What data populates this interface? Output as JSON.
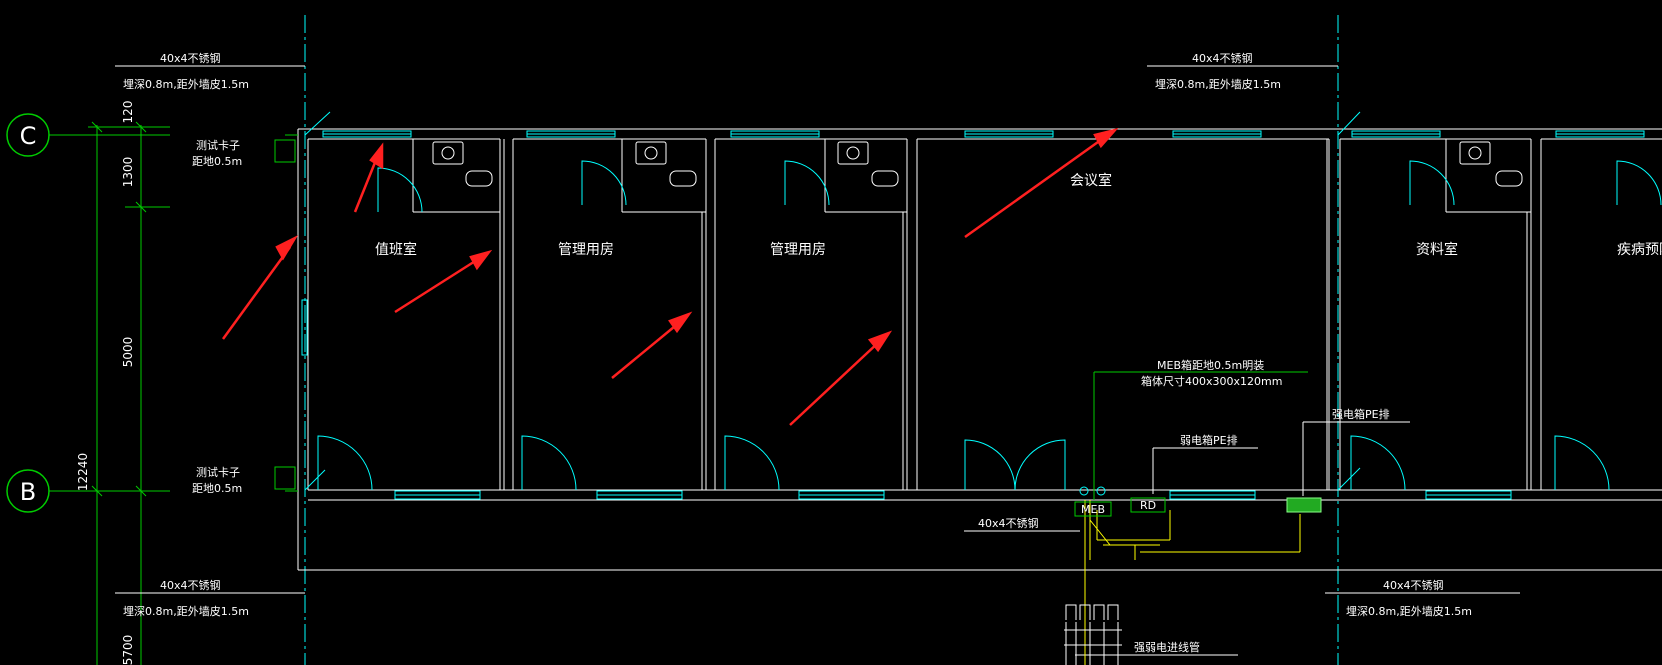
{
  "colors": {
    "background": "#000000",
    "wall": "#ffffff",
    "cyan": "#00ffff",
    "green": "#00cc00",
    "yellow": "#ffff00",
    "red": "#ff2020",
    "hatch": "#22aa22"
  },
  "axes": {
    "c": "C",
    "b": "B"
  },
  "dimensions": {
    "d120": "120",
    "d1300": "1300",
    "d5000": "5000",
    "d12240": "12240",
    "d5700": "5700"
  },
  "rooms": {
    "duty": "值班室",
    "mgmt1": "管理用房",
    "mgmt2": "管理用房",
    "meeting": "会议室",
    "archive": "资料室",
    "cdc": "疾病预防"
  },
  "notes": {
    "steel_top_left": "40x4不锈钢",
    "burial_top_left": "埋深0.8m,距外墙皮1.5m",
    "steel_top_right": "40x4不锈钢",
    "burial_top_right": "埋深0.8m,距外墙皮1.5m",
    "steel_bottom_left": "40x4不锈钢",
    "burial_bottom_left": "埋深0.8m,距外墙皮1.5m",
    "steel_bottom_right": "40x4不锈钢",
    "burial_bottom_right": "埋深0.8m,距外墙皮1.5m",
    "test_clip_c_1": "测试卡子",
    "test_clip_c_2": "距地0.5m",
    "test_clip_b_1": "测试卡子",
    "test_clip_b_2": "距地0.5m",
    "meb_1": "MEB箱距地0.5m明装",
    "meb_2": "箱体尺寸400x300x120mm",
    "weak_pe": "弱电箱PE排",
    "strong_pe": "强电箱PE排",
    "steel_meb": "40x4不锈钢",
    "conduit": "强弱电进线管",
    "meb_box": "MEB",
    "rd_box": "RD"
  }
}
